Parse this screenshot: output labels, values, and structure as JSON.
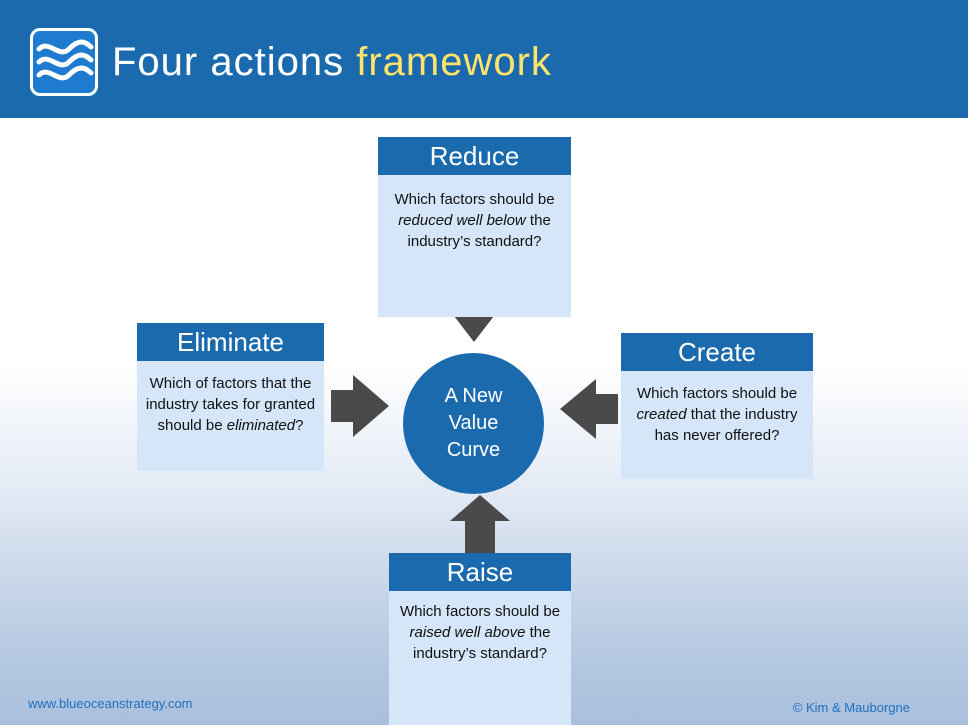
{
  "title": {
    "part1": "Four actions ",
    "part2": "framework"
  },
  "logo": {
    "icon": "waves-icon"
  },
  "center": {
    "label": "A New Value Curve"
  },
  "boxes": {
    "reduce": {
      "heading": "Reduce",
      "text_before": "Which factors should be ",
      "text_emph": "reduced well below",
      "text_after": " the industry’s standard?"
    },
    "eliminate": {
      "heading": "Eliminate",
      "text_before": "Which of factors that the industry takes for granted should be ",
      "text_emph": "eliminated",
      "text_after": "?"
    },
    "create": {
      "heading": "Create",
      "text_before": "Which factors should be ",
      "text_emph": "created",
      "text_after": " that the industry has never offered?"
    },
    "raise": {
      "heading": "Raise",
      "text_before": "Which factors should be ",
      "text_emph": "raised well above",
      "text_after": " the industry’s standard?"
    }
  },
  "footer": {
    "website": "www.blueoceanstrategy.com",
    "copyright": "© Kim & Mauborgne"
  },
  "colors": {
    "header": "#1c6aae",
    "box_body": "#d4e6f8",
    "arrow": "#4a4a4a",
    "accent_text": "#ffe36b"
  }
}
